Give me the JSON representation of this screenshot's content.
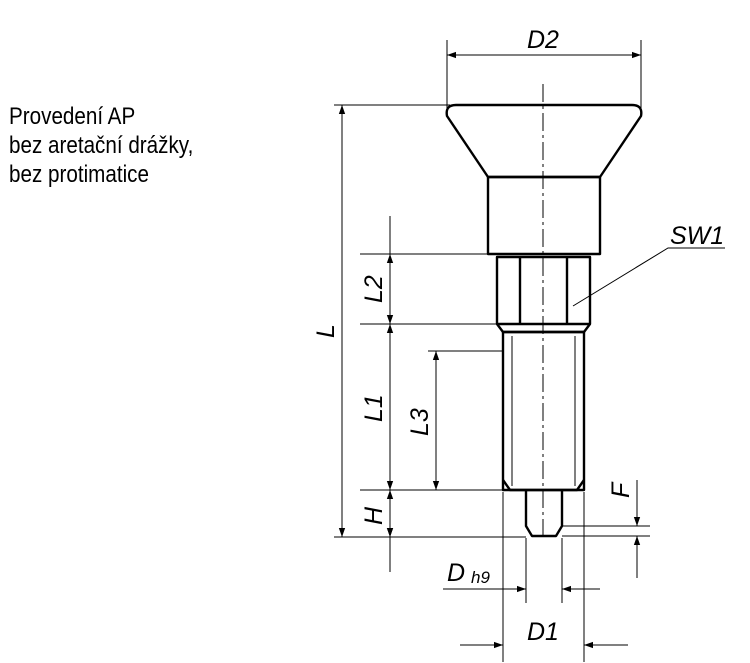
{
  "caption": {
    "lines": [
      "Provedení AP",
      "bez aretační drážky,",
      "bez protimatice"
    ]
  },
  "dimensions": {
    "d2": "D2",
    "sw1": "SW1",
    "l": "L",
    "l1": "L1",
    "l2": "L2",
    "l3": "L3",
    "h": "H",
    "f": "F",
    "d": "D",
    "d_sub": "h9",
    "d1": "D1"
  },
  "colors": {
    "line": "#000000",
    "background": "#ffffff"
  }
}
